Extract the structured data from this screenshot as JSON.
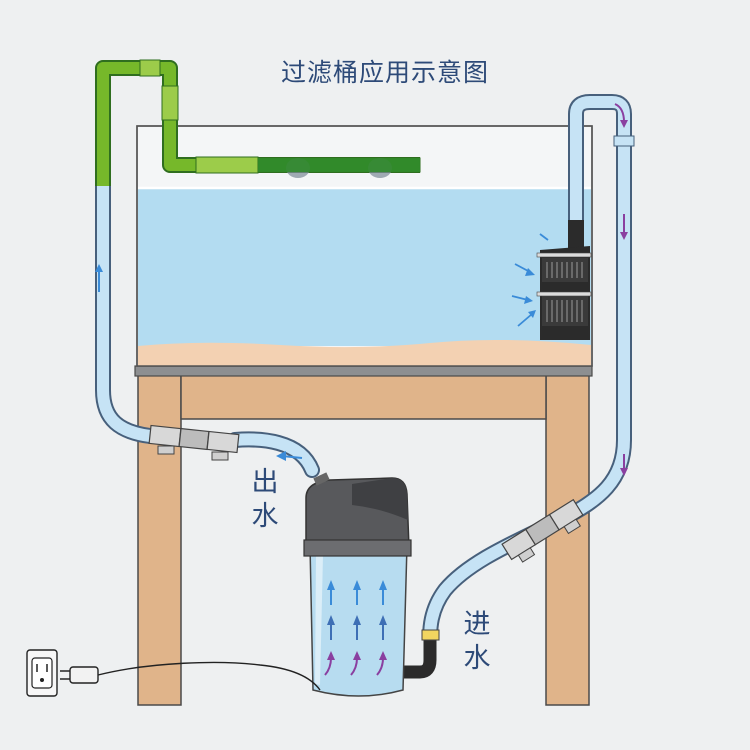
{
  "title": "过滤桶应用示意图",
  "labels": {
    "outlet": [
      "出",
      "水"
    ],
    "inlet": [
      "进",
      "水"
    ]
  },
  "colors": {
    "background": "#eef0f1",
    "water": "#b3dcf1",
    "sand": "#f3d1b2",
    "wood": "#e0b48a",
    "tube": "#c6e3f5",
    "tube_outline": "#47607c",
    "green_pipe": "#76b82a",
    "outflow_arrow": "#3a8bd8",
    "inflow_arrow": "#8a3fa0",
    "filter_body": "#54565a",
    "label_text": "#2d4a78"
  },
  "icons": [
    "power-outlet-icon",
    "power-plug-icon",
    "flow-arrow-icon"
  ]
}
